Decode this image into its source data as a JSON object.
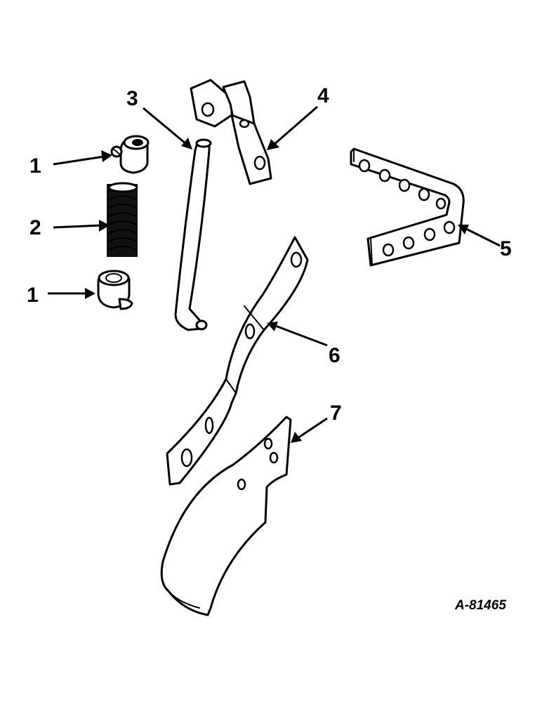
{
  "diagram": {
    "figure_reference": "A-81465",
    "callouts": {
      "c1_upper": "1",
      "c2": "2",
      "c1_lower": "1",
      "c3": "3",
      "c4": "4",
      "c5": "5",
      "c6": "6",
      "c7": "7"
    },
    "colors": {
      "ink": "#000000",
      "paper": "#ffffff"
    }
  }
}
